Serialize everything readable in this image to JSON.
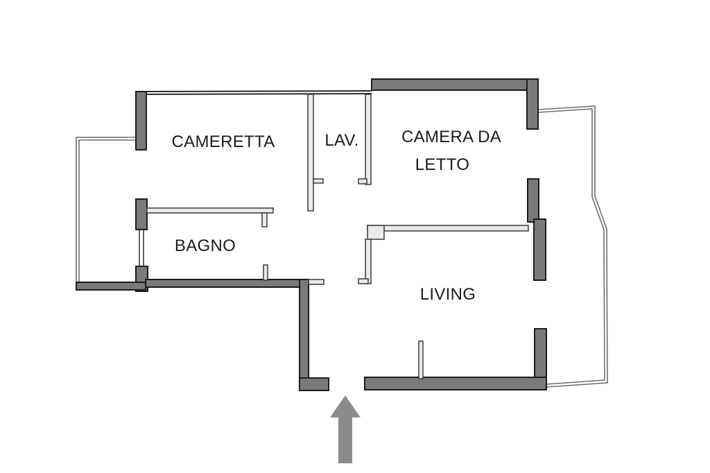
{
  "rooms": {
    "cameretta": "CAMERETTA",
    "lavanderia": "LAV.",
    "camera_line1": "CAMERA DA",
    "camera_line2": "LETTO",
    "bagno": "BAGNO",
    "living": "LIVING"
  },
  "icons": {
    "entrance": "up-arrow-icon"
  },
  "colors": {
    "wall_fill": "#7a7a7a",
    "wall_stroke": "#1c1c1c",
    "outline": "#2a2a2a",
    "background": "#ffffff",
    "arrow": "#8c8c8c"
  }
}
